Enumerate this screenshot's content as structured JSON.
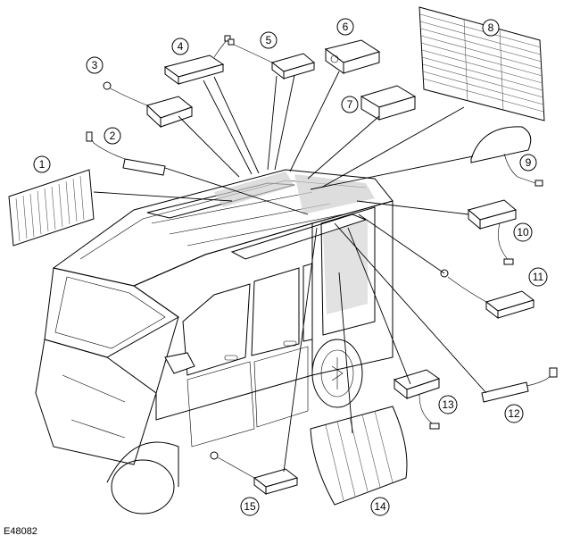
{
  "figure": {
    "id": "E48082",
    "callouts": [
      "1",
      "2",
      "3",
      "4",
      "5",
      "6",
      "7",
      "8",
      "9",
      "10",
      "11",
      "12",
      "13",
      "14",
      "15"
    ]
  }
}
